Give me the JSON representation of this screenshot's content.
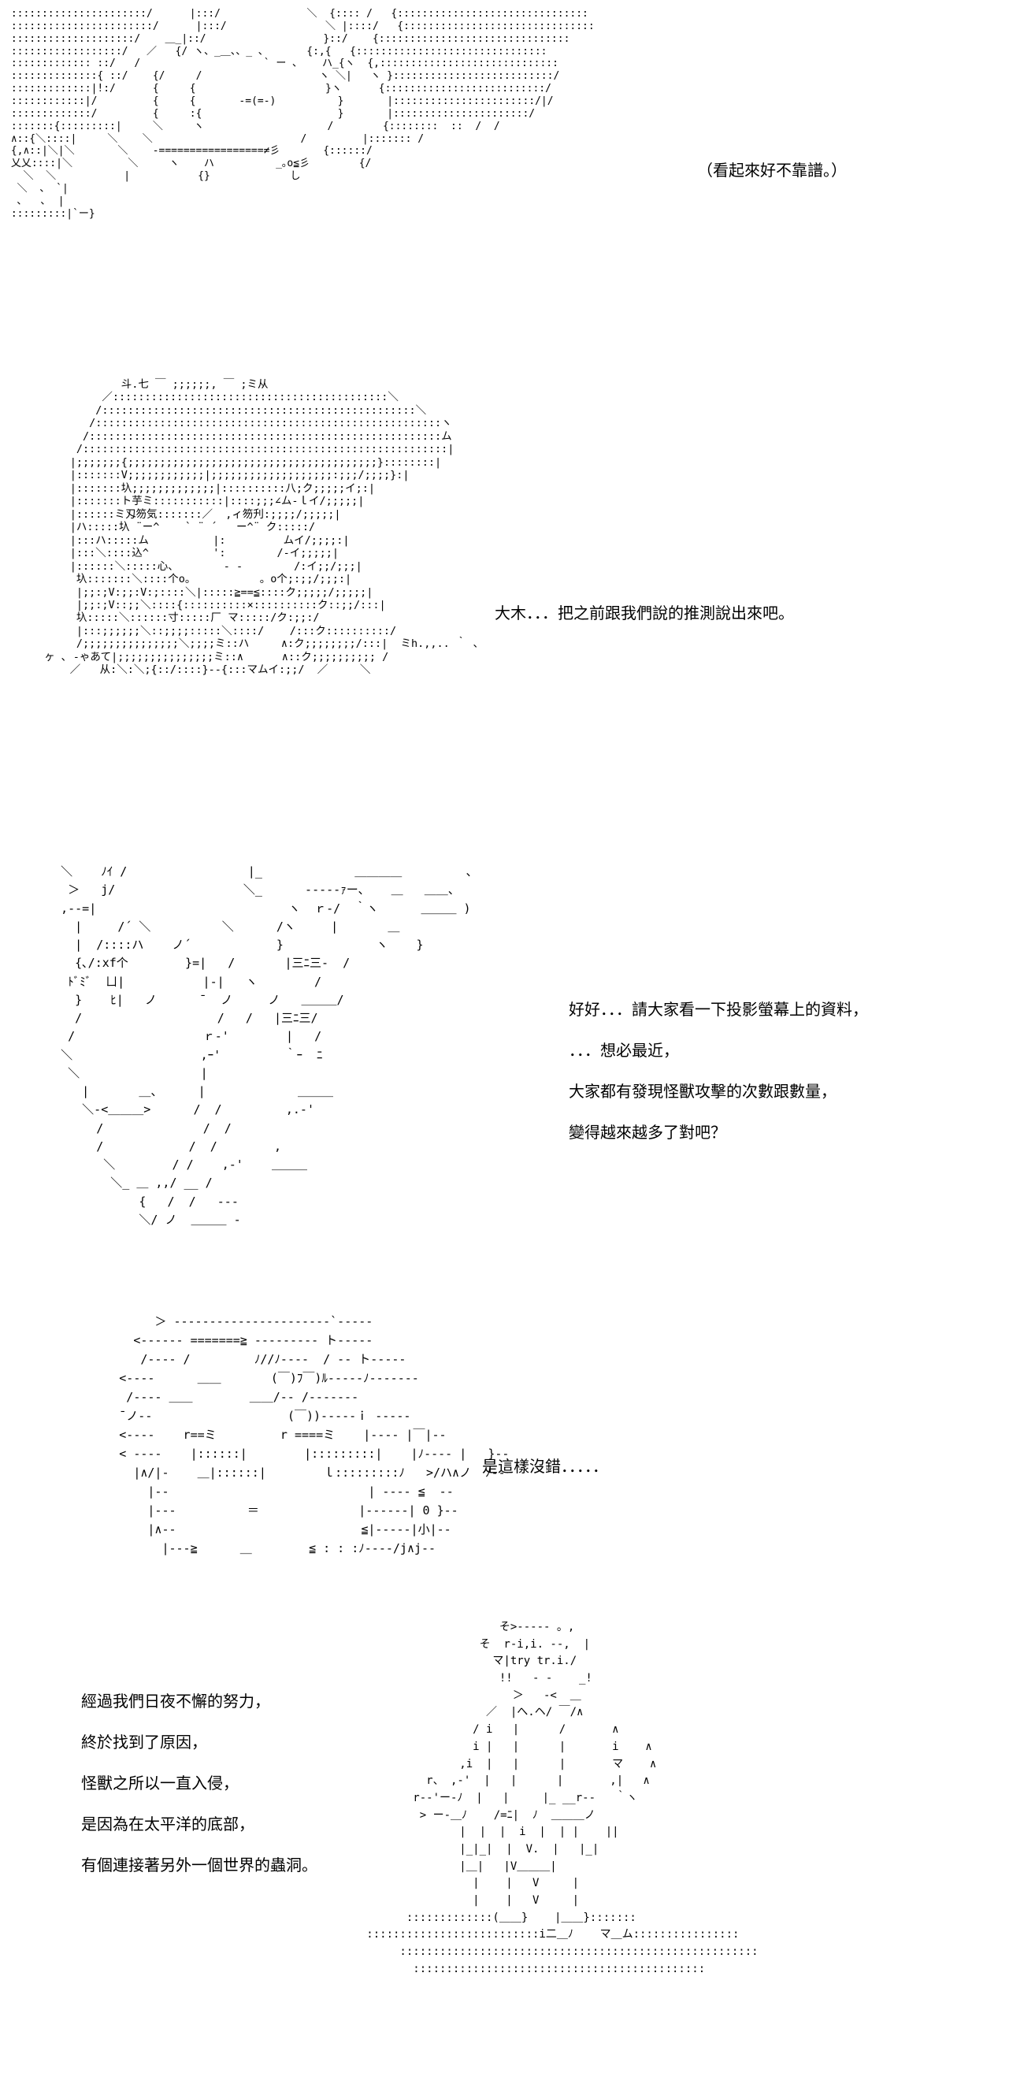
{
  "panels": [
    {
      "dialogue": [
        "（看起來好不靠譜。）"
      ],
      "art": " ::::::::::::::::::::::/      |:::/              ＼  {:::: /   {:::::::::::::::::::::::::::::::\n :::::::::::::::::::::::/      |:::/                ＼ |::::/   {:::::::::::::::::::::::::::::::\n ::::::::::::::::::::/    ＿_|::/                   }::/    {:::::::::::::::::::::::::::::::\n ::::::::::::::::::/   ／   {/ ヽ、_＿、、_ ､       {:,{   {:::::::::::::::::::::::::::::::\n ::::::::::::: ::/   /                    ` ー ､    ハ_{ヽ  {,:::::::::::::::::::::::::::::\n ::::::::::::::{ ::/    {/     /                   ヽ ＼|   ヽ }::::::::::::::::::::::::::/\n :::::::::::::|!:/      {     {                     }ヽ      {::::::::::::::::::::::::::/\n ::::::::::::|/         {     {       -=(=-)          }       |:::::::::::::::::::::::/|/\n :::::::::::::/         {     :{                      }       |::::::::::::::::::::::/\n :::::::{:::::::::|     ＼     ヽ                    /        {::::::::  ::  /  /\n ∧::{＼::::|     ＼    ＼                        /         |::::::: /\n {,∧::|＼|＼       ＼    -=================≠彡       {::::::/\n 乂乂::::|＼         ＼     ヽ    ハ          _｡o≦彡        {/\n   ＼  ＼           |           {}             し\n  ＼  、 `|\n  ､   ､  |\n :::::::::|`ー}",
      "art_bind": "panels.0.art"
    },
    {
      "dialogue": [
        "大木．．．把之前跟我們說的推測說出來吧。"
      ],
      "art": "              斗.七 ￣ ;;;;;;, ￣ ;ミ从\n           ／:::::::::::::::::::::::::::::::::::::::::::＼\n          /:::::::::::::::::::::::::::::::::::::::::::::::::＼\n         /::::::::::::::::::::::::::::::::::::::::::::::::::::::ヽ\n        /:::::::::::::::::::::::::::::::::::::::::::::::::::::::ム\n       /:::::::::::::::::::::::::::::::::::::::::::::::::::::::::|\n      |;;;;;;;{;;;;;;;;;;;;;;;;;;;;;;;;;;;;;;;;;;;;;;;}::::::::|\n      |:::::::V;;;;;;;;;;;;|;;;;;;;;;;;;;;;;;;;:;;;/;;;;}:|\n      |:::::::圦;;;;;;;;;;;;;|::::::::::八;ク;;;;;イ;:|\n      |:::::::ト芋ミ:::::::::::|::::;;;∠ム-ｌイ/;;;;;|\n      |::::::ミ刄笏気:::::::／  ,ィ笏刋:;;;;/;;;;;|\n      |ハ:::::圦 ¨ー^    ` ¨ ´   ー^¨ ク:::::/\n      |:::ハ:::::ム          |:         ムイ/;;;;:|\n      |:::＼::::込^          ':        /-イ;;;;;|\n      |::::::＼:::::心、       - -        /:イ;;/;;;|\n       圦:::::::＼::::个o。          。o个;:;;/;;;:|\n       |;;:;V:;;:V:;::::＼|:::::≧==≦::::ク;;;;;/;;;;;|\n       |;;:;V::;;＼::::{::::::::::×::::::::::ク::;;/:::|\n       圦:::::＼::::::寸:::::厂 マ:::::/ク:;;:/\n       |:::;;;;;;＼::;;;;:::::＼::::/    /:::ク::::::::::/\n       /;;;;;;;;;;;;;;;＼;;;;ミ::ハ     ∧:ク;;;;;;;;/:::|  ミh.,,.. ｀ 、\n  ヶ ､ -ゃあて|;;;;;;;;;;;;;;;ミ::∧      ∧::ク;;;;;;;;;; /  \n      ／   从:＼:＼;{::/::::}--{:::マムイ:;;/  ／     ＼",
      "art_bind": "panels.1.art"
    },
    {
      "dialogue": [
        "好好．．．請大家看一下投影螢幕上的資料，",
        "．．．想必最近，",
        "大家都有發現怪獸攻擊的次數跟數量，",
        "變得越來越多了對吧？"
      ],
      "art": "   ＼    ﾉｲ /                 |_             ＿＿＿＿         、\n    ＞   j/                  ＼_      -----ｧー、   ＿   ＿＿、\n   ,--=|                           ヽ  ｒ-/  ｀ヽ      ＿＿＿ )\n     |     /´ ＼          ＼      /ヽ     |       ＿  \n     |  /::::ハ    ノ´            }             ヽ    }\n     {､/:xf个        }=|   /       |三ﾆ三-  /\n    ﾄﾞﾐﾞ  ㄩ|           |-|   ヽ        /     \n     }    ﾋ|   ノ      ¯  ノ     ノ   ＿＿＿/\n     /                   /   /   |三ﾆ三/\n    /                  ｒ-'        |   /\n   ＼                  ,ｰ'         ｀ｰ  ﾆ\n    ＼                 |\n      |       ＿、     |             ＿＿＿\n      ＼-<＿＿＿>      /  /         ,.-'\n        /              /  /          \n        /            /  /        ,    \n         ＼        / /    ,-'    ＿＿＿\n          ＼_ ＿ ,,/ __ /\n              {   /  /   ---\n              ＼/ ノ  ＿＿＿ -",
      "art_bind": "panels.2.art"
    },
    {
      "dialogue": [
        "是這樣沒錯．．．．．"
      ],
      "art": "              ＞ ----------------------`-----\n           <------ =======≧ --------- ト-----\n            /---- /         ﾉ//ﾉ----  / -- ト-----\n         <----      ＿＿       (￣)ﾌ￣)ﾙ-----ﾉ-------\n          /---- ＿＿        ＿＿/-- /-------\n         ¯ノ--                   (￣))-----ｉ -----\n         <----    r==ミ         r ====ミ    |---- |￣|--\n         < ----    |::::::|        |:::::::::|    |ﾉ---- |   }--\n           |∧/|-    ＿|::::::|        ｌ:::::::::ﾉ   >/ハ∧ノ  ﾉ--\n             |--                            | ---- ≦  -- \n             |---          ＝              |------| 0 }--\n             |∧--                          ≦|-----|小|--\n               |---≧      ＿        ≦ : : :ﾉ----/j∧j--",
      "art_bind": "panels.3.art"
    },
    {
      "dialogue": [
        "經過我們日夜不懈的努力，",
        "終於找到了原因，",
        "怪獸之所以一直入侵，",
        "是因為在太平洋的底部，",
        "有個連接著另外一個世界的蟲洞。"
      ],
      "art": "                       そ>----- 。,\n                    そ  r-i,i. --,  |\n                      マ|try tr.i./\n                       !!   - -    _!\n                         ＞   -<  ＿\n                     ／  |へ.ヘ/ ￣/∧\n                   / i   |      /       ∧\n                   i |   |      |       i    ∧\n                 ,i  |   |      |       マ    ∧\n            r、 ,-'  |   |      |       ,|   ∧\n          r--'ー-ﾉ  |   |     |_ __r--   ｀ヽ\n           > ー-＿ﾉ    /=ﾆ|  ﾉ  ＿＿＿ノ\n                 |  |  |  i  |  | |    ||\n                 |_|_|  |  V.  |   |_|\n                 |＿|   |V＿＿＿|\n                   |    |   V     |\n                   |    |   V     |\n         :::::::::::::(＿＿}    |＿＿}:::::::\n   ::::::::::::::::::::::::::i二＿ﾉ    マ＿ム::::::::::::::::\n        ::::::::::::::::::::::::::::::::::::::::::::::::::::::\n          ::::::::::::::::::::::::::::::::::::::::::::",
      "art_bind": "panels.4.art"
    }
  ]
}
